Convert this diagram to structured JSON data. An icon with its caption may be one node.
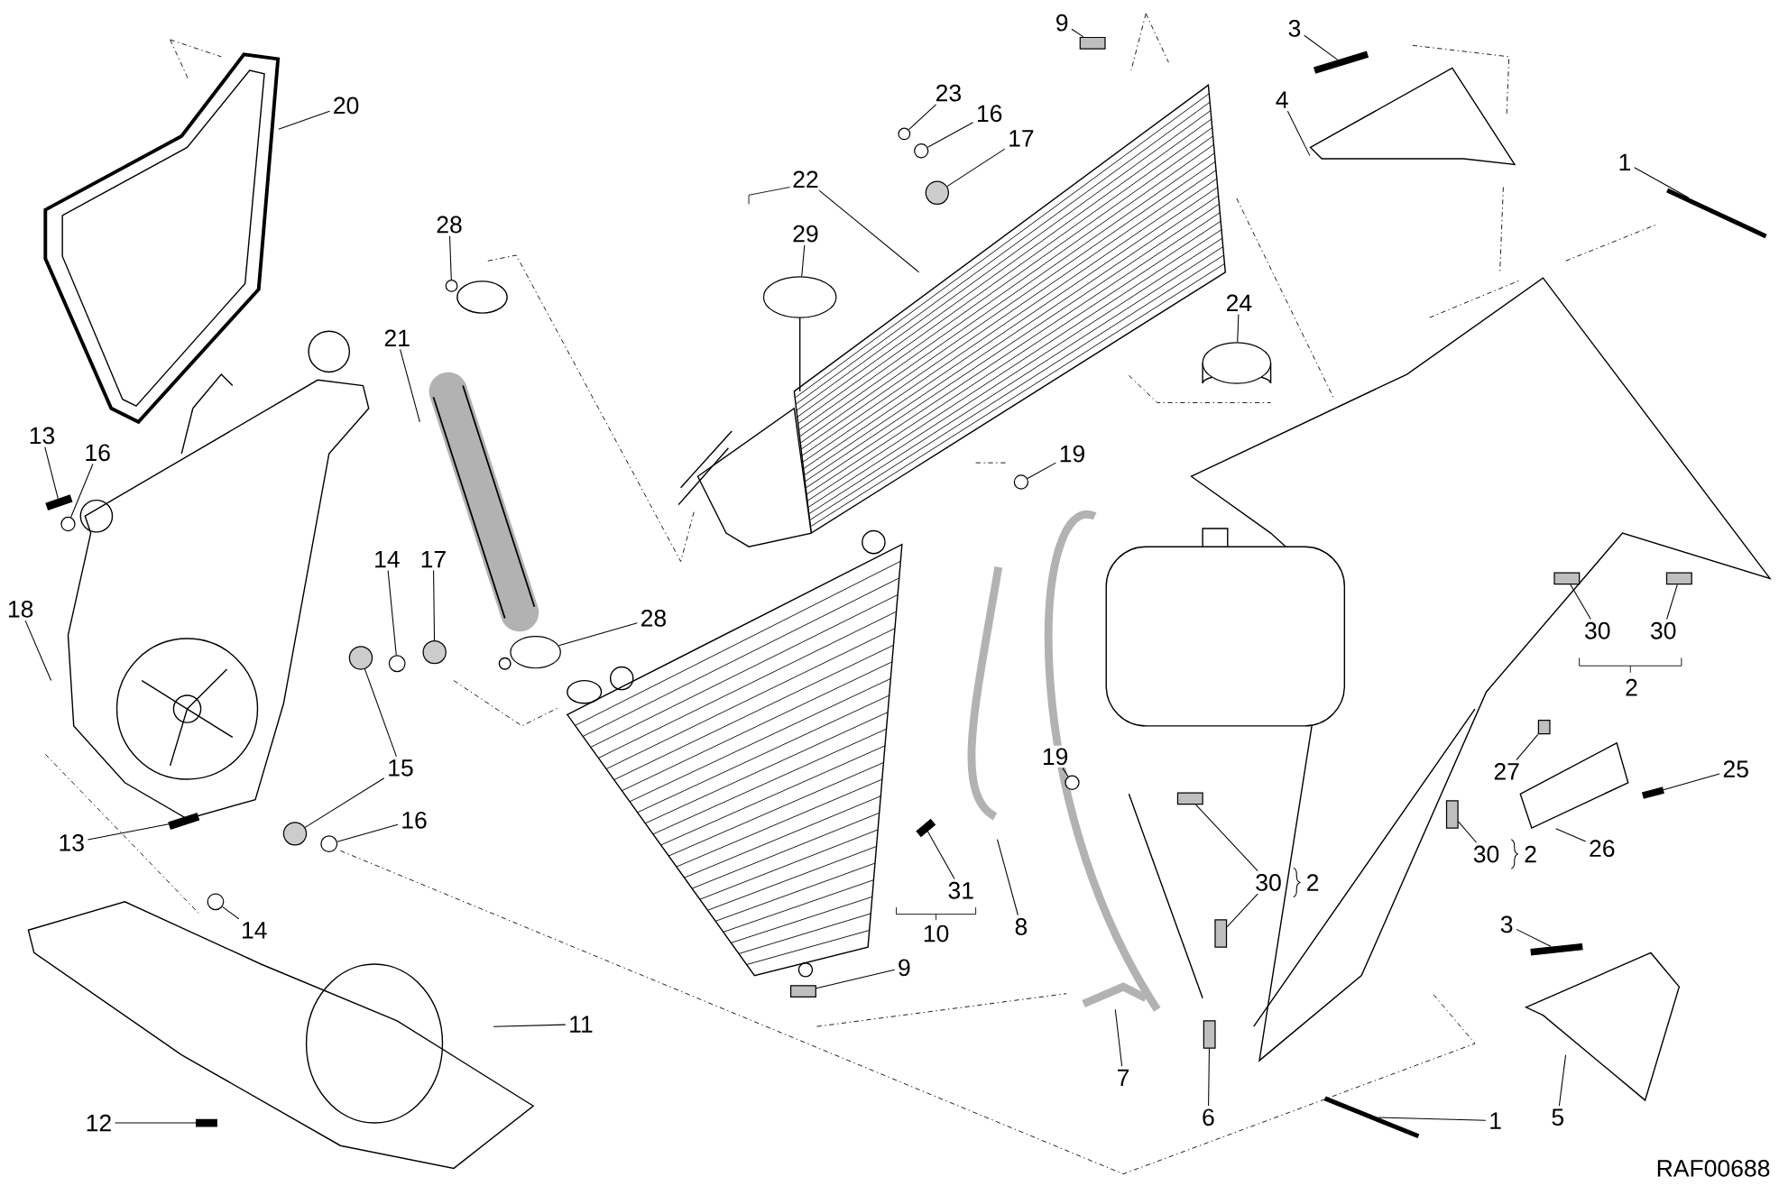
{
  "diagram": {
    "nodes": [
      {
        "text": [
          "20"
        ]
      },
      {
        "text": [
          "28"
        ]
      },
      {
        "text": [
          "21"
        ]
      },
      {
        "text": [
          "13"
        ]
      },
      {
        "text": [
          "16"
        ]
      },
      {
        "text": [
          "18"
        ]
      },
      {
        "text": [
          "14"
        ]
      },
      {
        "text": [
          "17"
        ]
      },
      {
        "text": [
          "15"
        ]
      },
      {
        "text": [
          "16"
        ]
      },
      {
        "text": [
          "13"
        ]
      },
      {
        "text": [
          "14"
        ]
      },
      {
        "text": [
          "28"
        ]
      },
      {
        "text": [
          "11"
        ]
      },
      {
        "text": [
          "12"
        ]
      },
      {
        "text": [
          "9"
        ]
      },
      {
        "text": [
          "23"
        ]
      },
      {
        "text": [
          "16"
        ]
      },
      {
        "text": [
          "17"
        ]
      },
      {
        "text": [
          "22"
        ]
      },
      {
        "text": [
          "29"
        ]
      },
      {
        "text": [
          "3"
        ]
      },
      {
        "text": [
          "4"
        ]
      },
      {
        "text": [
          "1"
        ]
      },
      {
        "text": [
          "24"
        ]
      },
      {
        "text": [
          "19"
        ]
      },
      {
        "text": [
          "19"
        ]
      },
      {
        "text": [
          "8"
        ]
      },
      {
        "text": [
          "31"
        ]
      },
      {
        "text": [
          "9"
        ]
      },
      {
        "text": [
          "30"
        ]
      },
      {
        "text": [
          "30"
        ]
      },
      {
        "text": [
          "25"
        ]
      },
      {
        "text": [
          "27"
        ]
      },
      {
        "text": [
          "26"
        ]
      },
      {
        "text": [
          "30"
        ]
      },
      {
        "text": [
          "30"
        ]
      },
      {
        "text": [
          "7"
        ]
      },
      {
        "text": [
          "6"
        ]
      },
      {
        "text": [
          "1"
        ]
      },
      {
        "text": [
          "3"
        ]
      },
      {
        "text": [
          "5"
        ]
      },
      {
        "text": [],
        "shape": "circle"
      },
      {
        "text": [],
        "shape": "bar"
      },
      {
        "text": [],
        "shape": "circle"
      },
      {
        "text": [],
        "shape": "circle"
      },
      {
        "text": [],
        "shape": "circle"
      },
      {
        "text": [],
        "shape": "circle"
      },
      {
        "text": [],
        "shape": "circle"
      },
      {
        "text": [],
        "shape": "circle"
      },
      {
        "text": [],
        "shape": "bar"
      },
      {
        "text": [],
        "shape": "circle"
      },
      {
        "text": [],
        "shape": "circle"
      },
      {
        "text": [],
        "shape": "bar"
      },
      {
        "text": [],
        "shape": "box"
      },
      {
        "text": [],
        "shape": "circle"
      },
      {
        "text": [],
        "shape": "circle"
      },
      {
        "text": [],
        "shape": "circle"
      },
      {
        "text": [],
        "shape": "circle"
      },
      {
        "text": [],
        "shape": "bar"
      },
      {
        "text": [],
        "shape": "bar"
      },
      {
        "text": [],
        "shape": "circle"
      },
      {
        "text": [],
        "shape": "circle"
      },
      {
        "text": [],
        "shape": "circle"
      },
      {
        "text": [],
        "shape": "bar"
      },
      {
        "text": [],
        "shape": "box"
      },
      {
        "text": [],
        "shape": "box"
      },
      {
        "text": [],
        "shape": "box"
      },
      {
        "text": [],
        "shape": "bar"
      },
      {
        "text": [],
        "shape": "box"
      },
      {
        "text": [],
        "shape": "box"
      },
      {
        "text": [],
        "shape": "box"
      },
      {
        "text": [],
        "shape": "box"
      },
      {
        "text": [],
        "shape": "box"
      },
      {
        "text": [],
        "shape": "bar"
      },
      {
        "text": [],
        "shape": "bar"
      },
      {
        "text": [],
        "shape": "picture"
      },
      {
        "text": [],
        "shape": "picture"
      },
      {
        "text": [],
        "shape": "picture"
      }
    ],
    "edges": [
      {
        "from": 0,
        "to": 76,
        "arrow": "none"
      },
      {
        "from": 1,
        "to": 42,
        "arrow": "none"
      },
      {
        "from": 2,
        "to": null,
        "arrow": "none"
      },
      {
        "from": 3,
        "to": 43,
        "arrow": "none"
      },
      {
        "from": 4,
        "to": 44,
        "arrow": "none"
      },
      {
        "from": 5,
        "to": null,
        "arrow": "none"
      },
      {
        "from": 6,
        "to": 45,
        "arrow": "none"
      },
      {
        "from": 7,
        "to": 46,
        "arrow": "none"
      },
      {
        "from": 8,
        "to": 47,
        "arrow": "none"
      },
      {
        "from": 8,
        "to": 48,
        "arrow": "none"
      },
      {
        "from": 9,
        "to": 49,
        "arrow": "none"
      },
      {
        "from": 10,
        "to": 50,
        "arrow": "none"
      },
      {
        "from": 11,
        "to": 51,
        "arrow": "none"
      },
      {
        "from": 12,
        "to": 52,
        "arrow": "none"
      },
      {
        "from": 13,
        "to": null,
        "arrow": "none"
      },
      {
        "from": 14,
        "to": 53,
        "arrow": "none"
      },
      {
        "from": 15,
        "to": 54,
        "arrow": "none"
      },
      {
        "from": 16,
        "to": 55,
        "arrow": "none"
      },
      {
        "from": 17,
        "to": 56,
        "arrow": "none"
      },
      {
        "from": 18,
        "to": 57,
        "arrow": "none"
      },
      {
        "from": 19,
        "to": null,
        "arrow": "none"
      },
      {
        "from": 20,
        "to": 58,
        "arrow": "none"
      },
      {
        "from": 21,
        "to": 59,
        "arrow": "none"
      },
      {
        "from": 22,
        "to": 77,
        "arrow": "none"
      },
      {
        "from": 23,
        "to": 60,
        "arrow": "none"
      },
      {
        "from": 24,
        "to": 61,
        "arrow": "none"
      },
      {
        "from": 25,
        "to": 62,
        "arrow": "none"
      },
      {
        "from": 26,
        "to": 63,
        "arrow": "none"
      },
      {
        "from": 27,
        "to": null,
        "arrow": "none"
      },
      {
        "from": 28,
        "to": 64,
        "arrow": "none"
      },
      {
        "from": 29,
        "to": 65,
        "arrow": "none"
      },
      {
        "from": 30,
        "to": 66,
        "arrow": "none"
      },
      {
        "from": 31,
        "to": 67,
        "arrow": "none"
      },
      {
        "from": 32,
        "to": 68,
        "arrow": "none"
      },
      {
        "from": 33,
        "to": 69,
        "arrow": "none"
      },
      {
        "from": 34,
        "to": 78,
        "arrow": "none"
      },
      {
        "from": 35,
        "to": 70,
        "arrow": "none"
      },
      {
        "from": 36,
        "to": 71,
        "arrow": "none"
      },
      {
        "from": 36,
        "to": 72,
        "arrow": "none"
      },
      {
        "from": 37,
        "to": null,
        "arrow": "none"
      },
      {
        "from": 38,
        "to": 73,
        "arrow": "none"
      },
      {
        "from": 39,
        "to": 74,
        "arrow": "none"
      },
      {
        "from": 40,
        "to": 75,
        "arrow": "none"
      },
      {
        "from": 41,
        "to": null,
        "arrow": "none"
      }
    ],
    "labels": [
      "2",
      "2",
      "2",
      "10",
      "RAF00688"
    ]
  }
}
